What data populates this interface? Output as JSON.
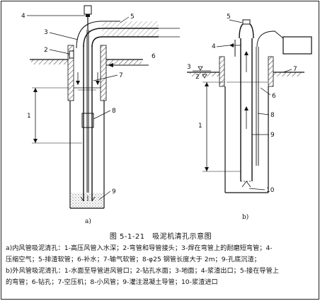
{
  "figure": {
    "title": "图 5-1-21　吸泥机清孔示意图",
    "panel_a_tag": "a)",
    "panel_b_tag": "b)",
    "legend_lines": [
      "a)内风管吸泥清孔：1-高压风管入水深；2-弯管和导管接头；3-焊在弯管上的耐磨短弯管；4-",
      "压缩空气；5-排渣软管；6-补水；7-输气软管；8-φ25 钢管长度大于 2m；9-孔底沉渣；",
      "b)外风管吸泥清孔：1-水面至导管进风管口；2-钻孔水面；3-地面；4-浆渣出口；5-接在导管上",
      "的弯管；6-钻孔；7-空压机；8-小风管；9-灌注混凝土导管；10-浆渣进口"
    ]
  },
  "labels_a": [
    "4",
    "3",
    "5",
    "2",
    "6",
    "7",
    "1",
    "8",
    "9"
  ],
  "labels_b": [
    "5",
    "4",
    "3",
    "2",
    "7",
    "1",
    "6",
    "8",
    "9",
    "10"
  ]
}
